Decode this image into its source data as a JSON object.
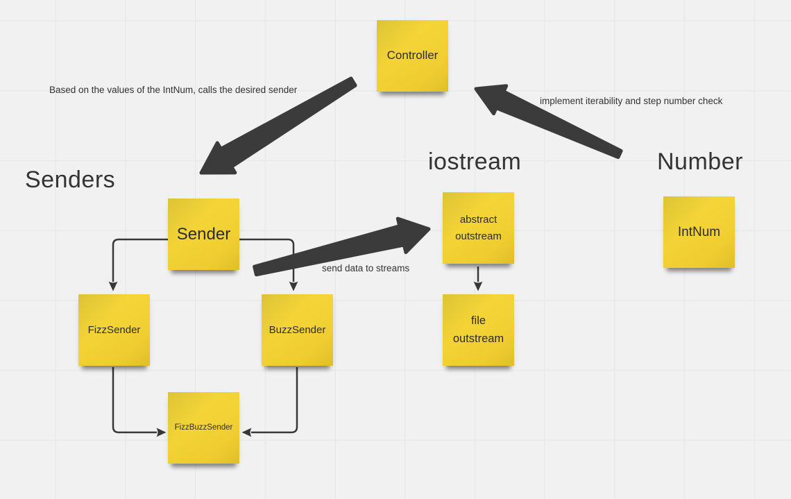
{
  "titles": {
    "senders": "Senders",
    "iostream": "iostream",
    "number": "Number"
  },
  "notes": {
    "controller": "Controller",
    "sender": "Sender",
    "fizz_sender": "FizzSender",
    "buzz_sender": "BuzzSender",
    "fizzbuzz_sender": "FizzBuzzSender",
    "abstract_outstream": "abstract outstream",
    "file_outstream": "file outstream",
    "intnum": "IntNum"
  },
  "annotations": {
    "controller_to_senders": "Based on the values of the IntNum, calls the desired sender",
    "intnum_to_controller": "implement iterability and step number check",
    "sender_to_streams": "send data to streams"
  },
  "colors": {
    "note_yellow": "#f2d134",
    "arrow_dark": "#3b3b3b",
    "connector_dark": "#383838",
    "canvas_background": "#f1f1f2",
    "grid_line": "#e9e9ea",
    "text_dark": "#2d2d2d"
  }
}
